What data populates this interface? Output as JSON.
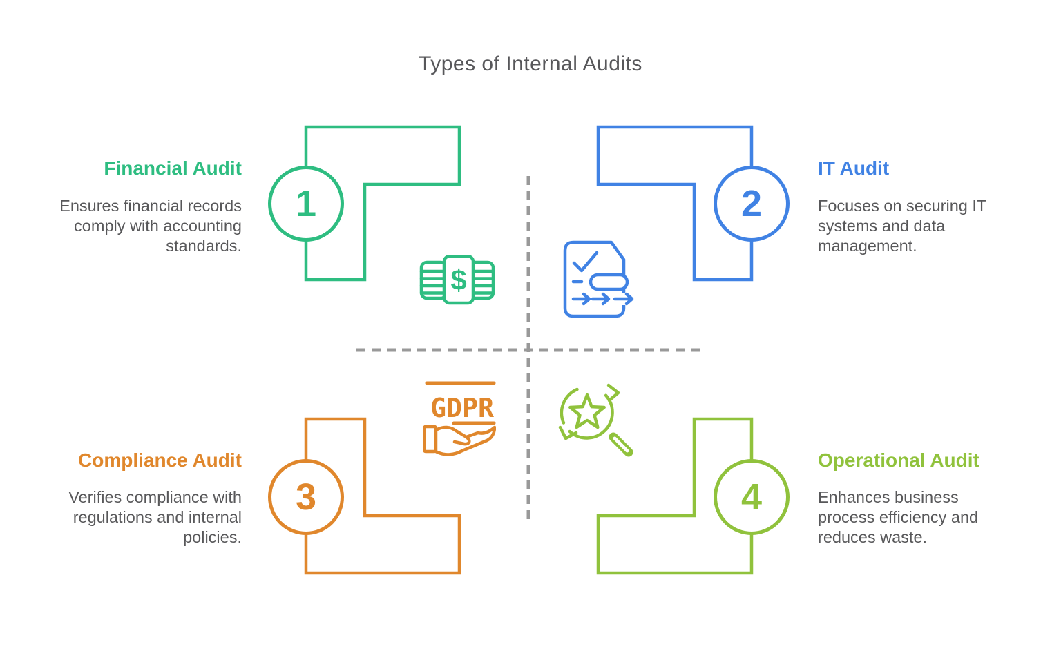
{
  "title": "Types of Internal Audits",
  "colors": {
    "financial_green": "#2ebd81",
    "it_blue": "#4082e4",
    "compliance_orange": "#e0872c",
    "operational_lime": "#90c23c",
    "body_text_gray": "#58585a",
    "divider_gray": "#999999"
  },
  "quadrants": [
    {
      "number": "1",
      "title": "Financial Audit",
      "desc_lines": [
        "Ensures financial records",
        "comply with accounting",
        "standards."
      ],
      "icon": "money-stack-icon"
    },
    {
      "number": "2",
      "title": "IT Audit",
      "desc_lines": [
        "Focuses on securing IT",
        "systems and data",
        "management."
      ],
      "icon": "audit-checklist-document-icon"
    },
    {
      "number": "3",
      "title": "Compliance Audit",
      "desc_lines": [
        "Verifies compliance with",
        "regulations and internal",
        "policies."
      ],
      "icon": "gdpr-hand-icon"
    },
    {
      "number": "4",
      "title": "Operational Audit",
      "desc_lines": [
        "Enhances business",
        "process efficiency and",
        "reduces waste."
      ],
      "icon": "star-magnifier-refresh-icon"
    }
  ],
  "icons": {
    "gdpr_label": "GDPR",
    "dollar_sign": "$"
  }
}
